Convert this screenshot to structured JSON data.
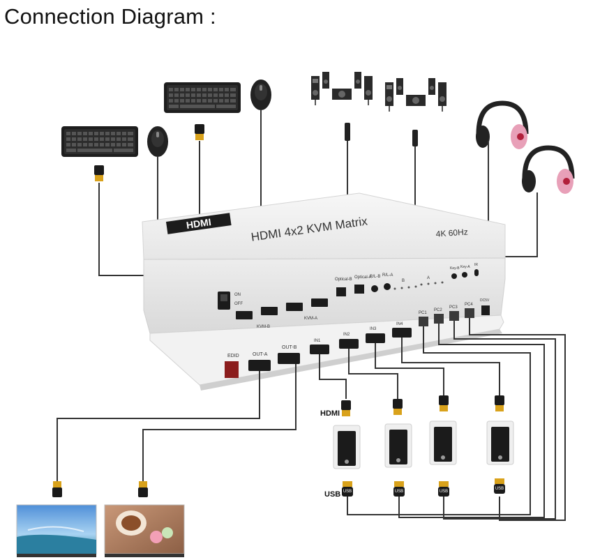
{
  "title": "Connection Diagram :",
  "device": {
    "brand": "HDMI",
    "model": "HDMI 4x2 KVM Matrix",
    "resolution": "4K 60Hz",
    "front_labels": {
      "on": "ON",
      "off": "OFF",
      "kvm_b": "KVM-B",
      "kvm_a": "KVM-A",
      "optical_b": "Optical-B",
      "optical_a": "Optical-A",
      "rl_b": "R/L-B",
      "rl_a": "R/L-A",
      "b": "B",
      "a": "A",
      "key_b": "Key-B",
      "key_a": "Key-A",
      "ir": "IR"
    },
    "rear_labels": {
      "edid": "EDID",
      "out_a": "OUT-A",
      "out_b": "OUT-B",
      "in1": "IN1",
      "in2": "IN2",
      "in3": "IN3",
      "in4": "IN4",
      "pc1": "PC1",
      "pc2": "PC2",
      "pc3": "PC3",
      "pc4": "PC4",
      "dc": "DC5V"
    }
  },
  "callouts": {
    "hdmi": "HDMI",
    "usb": "USB",
    "usb_tag": "USB"
  },
  "colors": {
    "cable": "#333333",
    "device_body": "#ececec",
    "connector_gold": "#d9a21b",
    "headphone_pink": "#e8a0b8"
  }
}
